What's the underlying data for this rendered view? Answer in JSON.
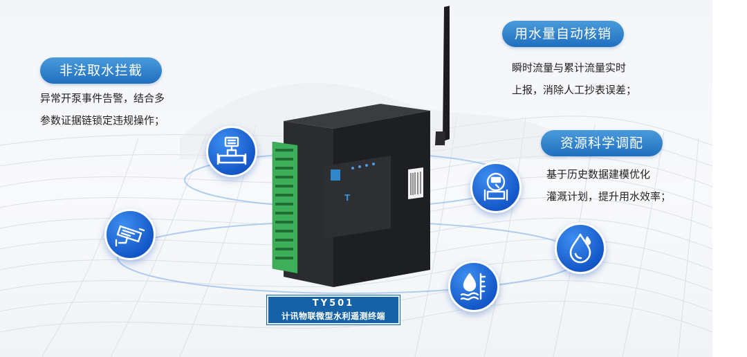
{
  "features": {
    "illegal_intercept": {
      "title": "非法取水拦截",
      "lines": [
        "异常开泵事件告警，结合多",
        "参数证据链锁定违规操作；"
      ]
    },
    "auto_verify": {
      "title": "用水量自动核销",
      "lines": [
        "瞬时流量与累计流量实时",
        "上报，消除人工抄表误差；"
      ]
    },
    "resource_allocation": {
      "title": "资源科学调配",
      "lines": [
        "基于历史数据建模优化",
        "灌溉计划，提升用水效率；"
      ]
    }
  },
  "product": {
    "model": "TY501",
    "name": "计讯物联微型水利遥测终端"
  },
  "icons": [
    "water-pump-valve-icon",
    "surveillance-camera-icon",
    "flow-meter-icon",
    "water-drop-icon",
    "water-level-gauge-icon"
  ],
  "colors": {
    "accent": "#1f6fbf",
    "icon_circle": "#1558c9",
    "banner": "#1562a6"
  }
}
